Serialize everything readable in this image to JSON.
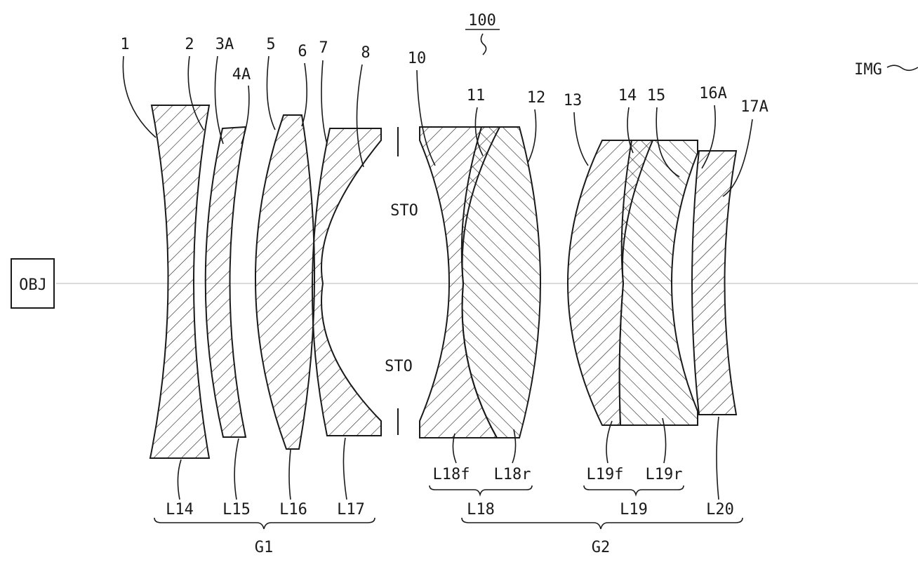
{
  "figure": {
    "reference": "100",
    "object_label": "OBJ",
    "image_label": "IMG",
    "stop_labels": [
      "STO",
      "STO"
    ],
    "surfaces": [
      "1",
      "2",
      "3A",
      "4A",
      "5",
      "6",
      "7",
      "8",
      "10",
      "11",
      "12",
      "13",
      "14",
      "15",
      "16A",
      "17A"
    ],
    "subelements": [
      "L18f",
      "L18r",
      "L19f",
      "L19r"
    ],
    "lenses": [
      "L14",
      "L15",
      "L16",
      "L17",
      "L18",
      "L19",
      "L20"
    ],
    "groups": [
      "G1",
      "G2"
    ]
  }
}
